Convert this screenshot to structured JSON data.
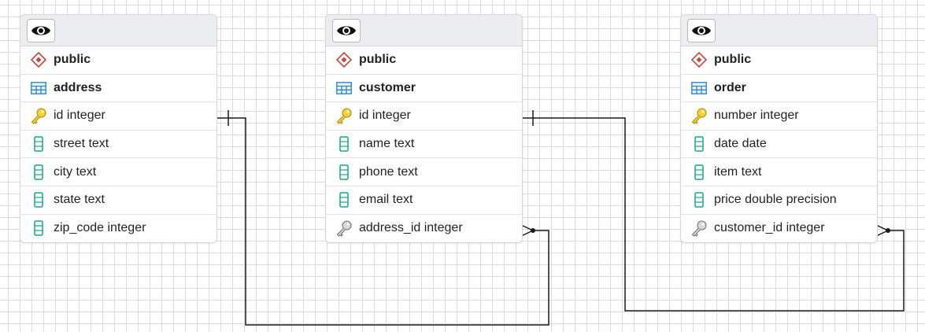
{
  "tables": [
    {
      "schema": "public",
      "name": "address",
      "columns": [
        {
          "label": "id integer",
          "kind": "primary-key"
        },
        {
          "label": "street text",
          "kind": "column"
        },
        {
          "label": "city text",
          "kind": "column"
        },
        {
          "label": "state text",
          "kind": "column"
        },
        {
          "label": "zip_code integer",
          "kind": "column"
        }
      ]
    },
    {
      "schema": "public",
      "name": "customer",
      "columns": [
        {
          "label": "id integer",
          "kind": "primary-key"
        },
        {
          "label": "name text",
          "kind": "column"
        },
        {
          "label": "phone text",
          "kind": "column"
        },
        {
          "label": "email text",
          "kind": "column"
        },
        {
          "label": "address_id integer",
          "kind": "foreign-key"
        }
      ]
    },
    {
      "schema": "public",
      "name": "order",
      "columns": [
        {
          "label": "number integer",
          "kind": "primary-key"
        },
        {
          "label": "date date",
          "kind": "column"
        },
        {
          "label": "item text",
          "kind": "column"
        },
        {
          "label": "price double precision",
          "kind": "column"
        },
        {
          "label": "customer_id integer",
          "kind": "foreign-key"
        }
      ]
    }
  ],
  "relationships": [
    {
      "from": "customer.address_id",
      "to": "address.id",
      "cardinality": "many-to-one"
    },
    {
      "from": "order.customer_id",
      "to": "customer.id",
      "cardinality": "many-to-one"
    }
  ],
  "colors": {
    "schema_icon": "#c9453d",
    "table_icon": "#2e86c9",
    "primary_key_icon": "#e8b400",
    "foreign_key_icon": "#8c8c8c",
    "column_icon": "#17a589",
    "edge": "#1a1a1a",
    "header_bg": "#ebedf1"
  },
  "icons": {
    "view": "eye-icon",
    "schema": "schema-diamond-icon",
    "table": "table-grid-icon",
    "primary_key": "key-icon",
    "foreign_key": "foreign-key-icon",
    "column": "column-icon"
  }
}
